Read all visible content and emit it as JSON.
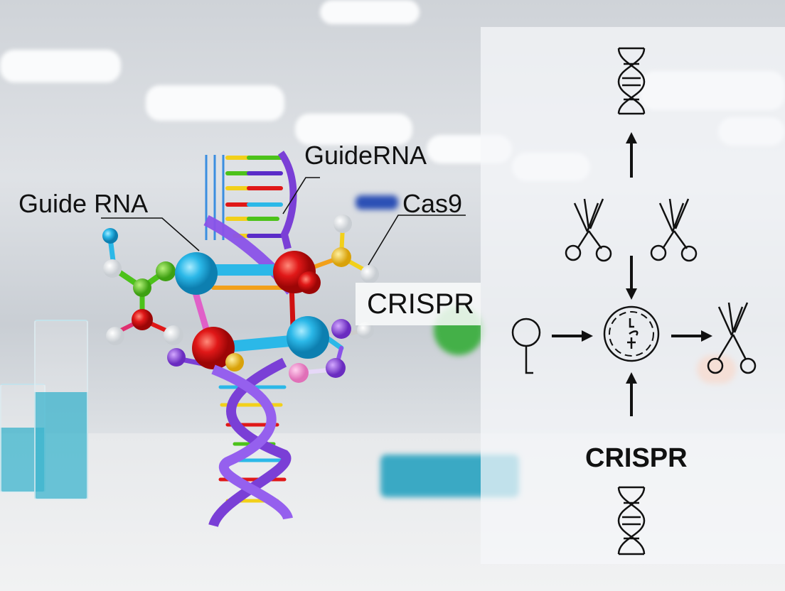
{
  "labels": {
    "guide_rna_left": "Guide RNA",
    "guide_rna_top": "GuideRNA",
    "cas9": "Cas9",
    "crispr_center": "CRISPR",
    "crispr_panel": "CRISPR"
  },
  "diagram": {
    "nodes": [
      {
        "id": "dna-top",
        "icon": "dna-helix-icon"
      },
      {
        "id": "scissors-left",
        "icon": "scissors-icon"
      },
      {
        "id": "scissors-right",
        "icon": "scissors-icon"
      },
      {
        "id": "guide-key",
        "icon": "key-loop-icon"
      },
      {
        "id": "clock-center",
        "icon": "clock-icon"
      },
      {
        "id": "scissors-output",
        "icon": "scissors-icon"
      },
      {
        "id": "dna-bottom",
        "icon": "dna-helix-icon"
      }
    ],
    "edges": [
      {
        "from": "clock-center",
        "to": "dna-top",
        "via": "scissors"
      },
      {
        "from": "scissors",
        "to": "clock-center"
      },
      {
        "from": "guide-key",
        "to": "clock-center"
      },
      {
        "from": "clock-center",
        "to": "scissors-output"
      },
      {
        "from": "crispr",
        "to": "clock-center"
      }
    ]
  },
  "colors": {
    "accent_purple": "#7a3fd6",
    "atom_blue": "#2bb8e8",
    "atom_red": "#e01818",
    "atom_green": "#4cc21a",
    "atom_yellow": "#f2c21a"
  }
}
